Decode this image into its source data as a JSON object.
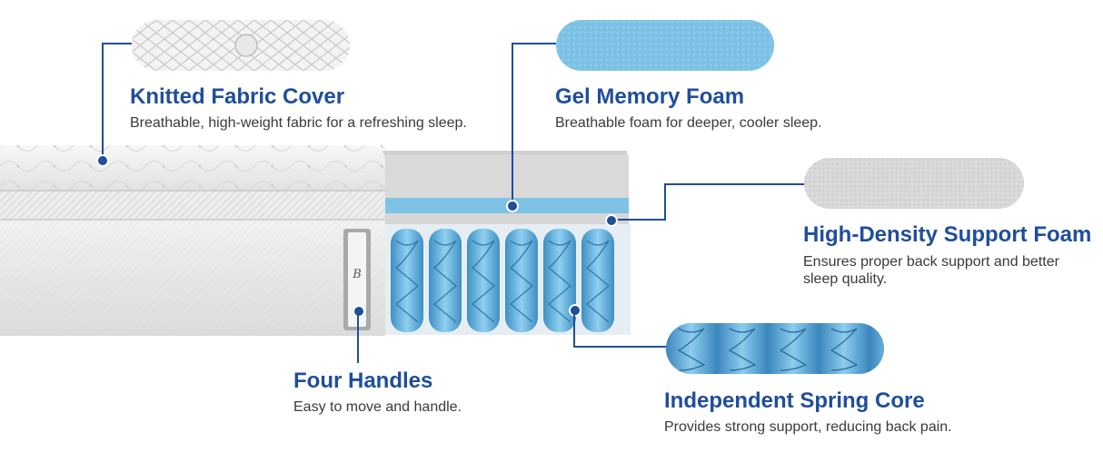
{
  "features": {
    "knitted": {
      "title": "Knitted Fabric Cover",
      "desc": "Breathable, high-weight fabric for a refreshing sleep."
    },
    "gel": {
      "title": "Gel Memory Foam",
      "desc": "Breathable foam for deeper, cooler sleep."
    },
    "support": {
      "title": "High-Density Support Foam",
      "desc": "Ensures proper back support and better sleep quality."
    },
    "handles": {
      "title": "Four Handles",
      "desc": "Easy to move and handle."
    },
    "springs": {
      "title": "Independent Spring Core",
      "desc": "Provides strong support, reducing back pain."
    }
  },
  "colors": {
    "accent": "#1f4e9b",
    "gel": "#7ec3e6",
    "spring": "#5aa9d8",
    "support_foam": "#d8d8d8"
  }
}
